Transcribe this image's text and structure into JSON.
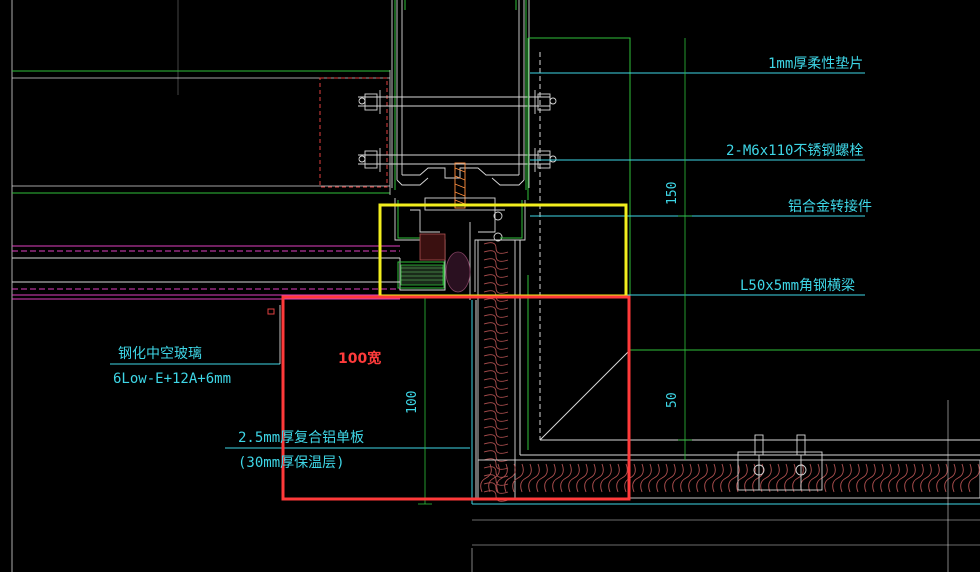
{
  "colors": {
    "background": "#000000",
    "line_green": "#2fbf3a",
    "line_cyan": "#3ed6e6",
    "line_white": "#d8d8d8",
    "line_magenta": "#e040c0",
    "line_red": "#ff3030",
    "highlight_yellow": "#f2ee1e",
    "highlight_red": "#ff3a3a",
    "insulation": "#b05050",
    "dashed_red": "#e04040"
  },
  "labels": {
    "gasket": "1mm厚柔性垫片",
    "bolt": "2-M6x110不锈钢螺栓",
    "connector": "铝合金转接件",
    "angle_beam": "L50x5mm角钢横梁",
    "glass_name": "钢化中空玻璃",
    "glass_spec": "6Low-E+12A+6mm",
    "panel_line1": "2.5mm厚复合铝单板",
    "panel_line2": "(30mm厚保温层)",
    "annotation": "100宽"
  },
  "dimensions": {
    "dim_150": "150",
    "dim_50": "50",
    "dim_100": "100"
  }
}
